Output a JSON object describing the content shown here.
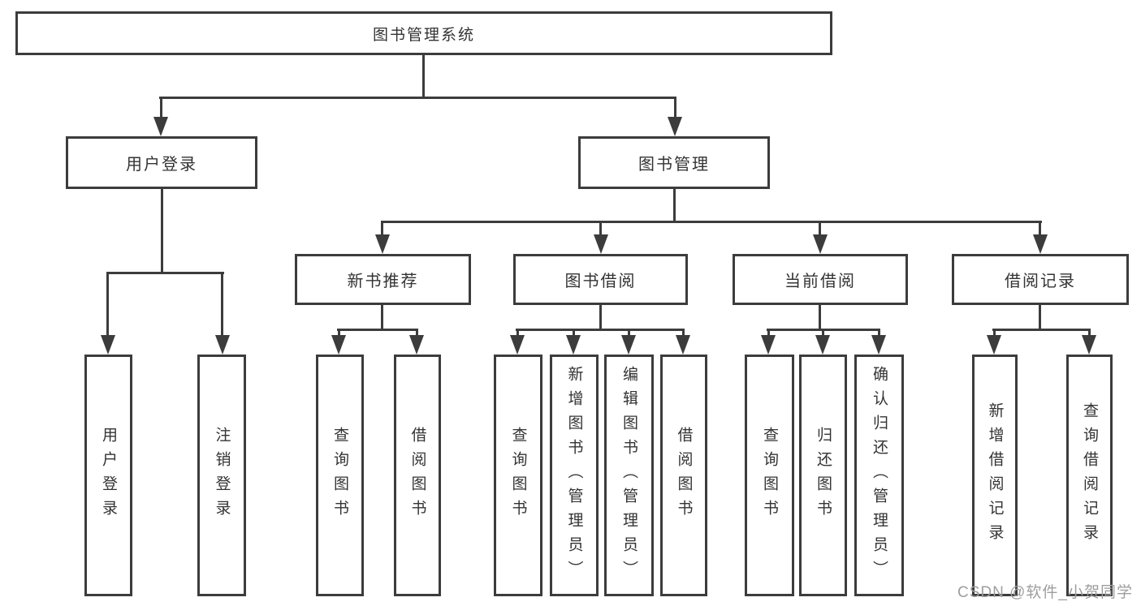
{
  "tree": {
    "label": "图书管理系统",
    "children": [
      {
        "label": "用户登录",
        "children": [
          {
            "label": "用户登录"
          },
          {
            "label": "注销登录"
          }
        ]
      },
      {
        "label": "图书管理",
        "children": [
          {
            "label": "新书推荐",
            "children": [
              {
                "label": "查询图书"
              },
              {
                "label": "借阅图书"
              }
            ]
          },
          {
            "label": "图书借阅",
            "children": [
              {
                "label": "查询图书"
              },
              {
                "label": "新增图书（管理员）"
              },
              {
                "label": "编辑图书（管理员）"
              },
              {
                "label": "借阅图书"
              }
            ]
          },
          {
            "label": "当前借阅",
            "children": [
              {
                "label": "查询图书"
              },
              {
                "label": "归还图书"
              },
              {
                "label": "确认归还（管理员）"
              }
            ]
          },
          {
            "label": "借阅记录",
            "children": [
              {
                "label": "新增借阅记录"
              },
              {
                "label": "查询借阅记录"
              }
            ]
          }
        ]
      }
    ]
  },
  "watermark": "CSDN @软件_小贺同学",
  "colors": {
    "line": "#3c3c3c",
    "text": "#333333",
    "watermark": "#9e9e9e",
    "background": "#ffffff"
  }
}
